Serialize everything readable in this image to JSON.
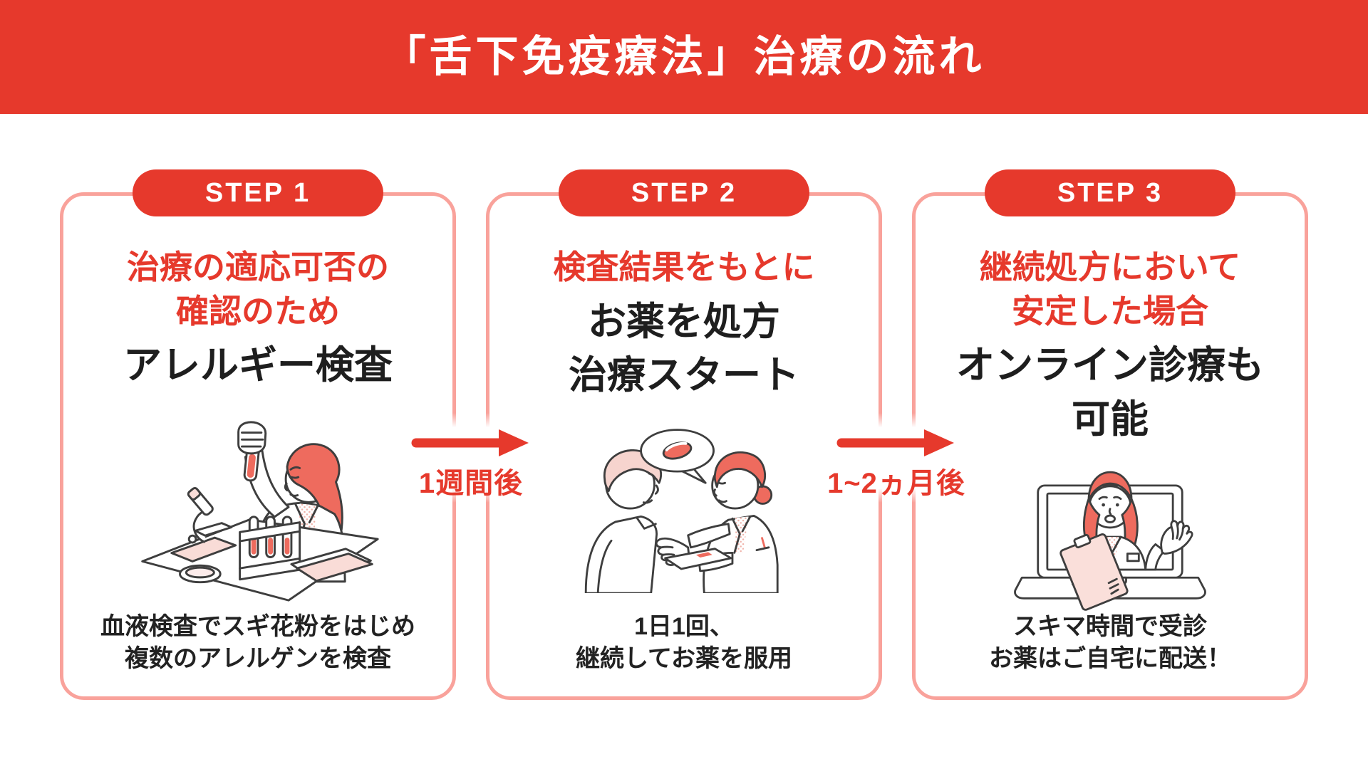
{
  "header": {
    "title": "「舌下免疫療法」治療の流れ"
  },
  "steps": [
    {
      "badge": "STEP 1",
      "red_heading": "治療の適応可否の\n確認のため",
      "black_heading": "アレルギー検査",
      "description": "血液検査でスギ花粉をはじめ\n複数のアレルゲンを検査",
      "illustration": "allergy-blood-test-scientist"
    },
    {
      "badge": "STEP 2",
      "red_heading": "検査結果をもとに",
      "black_heading": "お薬を処方\n治療スタート",
      "description": "1日1回、\n継続してお薬を服用",
      "illustration": "doctor-prescribing-medicine-to-patient"
    },
    {
      "badge": "STEP 3",
      "red_heading": "継続処方において\n安定した場合",
      "black_heading": "オンライン診療も\n可能",
      "description": "スキマ時間で受診\nお薬はご自宅に配送！",
      "illustration": "online-telemedicine-doctor-laptop"
    }
  ],
  "connectors": [
    {
      "label": "1週間後"
    },
    {
      "label": "1~2ヵ月後"
    }
  ],
  "colors": {
    "primary_red": "#e6392c",
    "card_border_pink": "#f9a29b",
    "text_black": "#1e1e1e",
    "illustration_accent_red": "#ee6b5e",
    "illustration_light_pink": "#f9dcd7"
  }
}
